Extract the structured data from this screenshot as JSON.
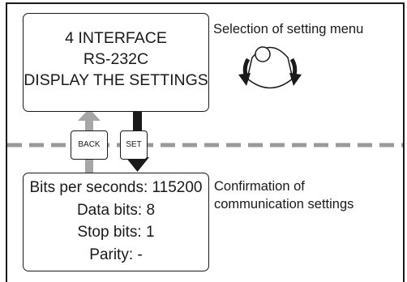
{
  "top_display": {
    "lines": [
      "4 INTERFACE",
      "RS-232C",
      "DISPLAY THE SETTINGS"
    ]
  },
  "top_caption": "Selection of setting menu",
  "bottom_display": {
    "lines": [
      "Bits per seconds: 115200",
      "Data bits: 8",
      "Stop bits: 1",
      "Parity: -"
    ]
  },
  "bottom_caption": {
    "lines": [
      "Confirmation of",
      "communication settings"
    ]
  },
  "keys": {
    "back_label": "BACK",
    "set_label": "SET"
  },
  "icons": {
    "knob": "rotary-knob-icon"
  },
  "colors": {
    "ink": "#1a1a1a",
    "dashed_line": "#9a9a9a",
    "back_arrow": "#a6a6a6",
    "set_arrow": "#1a1a1a"
  }
}
